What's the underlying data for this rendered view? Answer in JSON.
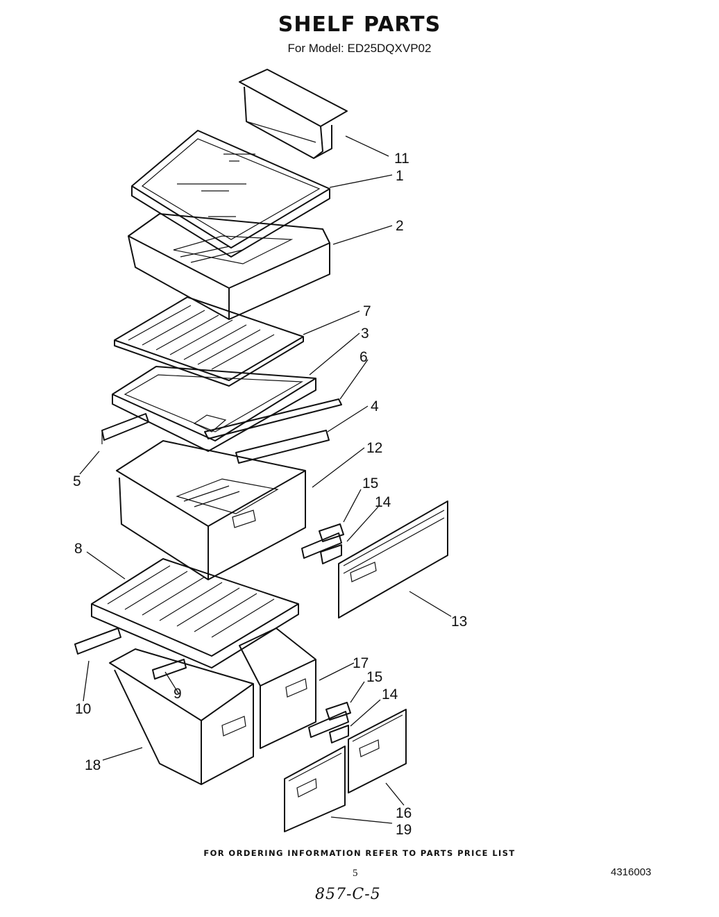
{
  "header": {
    "title": "SHELF PARTS",
    "subtitle": "For Model: ED25DQXVP02"
  },
  "callouts": {
    "c11": "11",
    "c1": "1",
    "c2": "2",
    "c7": "7",
    "c3": "3",
    "c6": "6",
    "c4": "4",
    "c5": "5",
    "c12": "12",
    "c15a": "15",
    "c14a": "14",
    "c8": "8",
    "c13": "13",
    "c17": "17",
    "c15b": "15",
    "c14b": "14",
    "c10": "10",
    "c9": "9",
    "c18": "18",
    "c16": "16",
    "c19": "19"
  },
  "footer": {
    "ordering_note": "FOR ORDERING INFORMATION REFER TO PARTS PRICE LIST",
    "page_number": "5",
    "document_number": "4316003",
    "handwritten_note": "857-C-5"
  }
}
